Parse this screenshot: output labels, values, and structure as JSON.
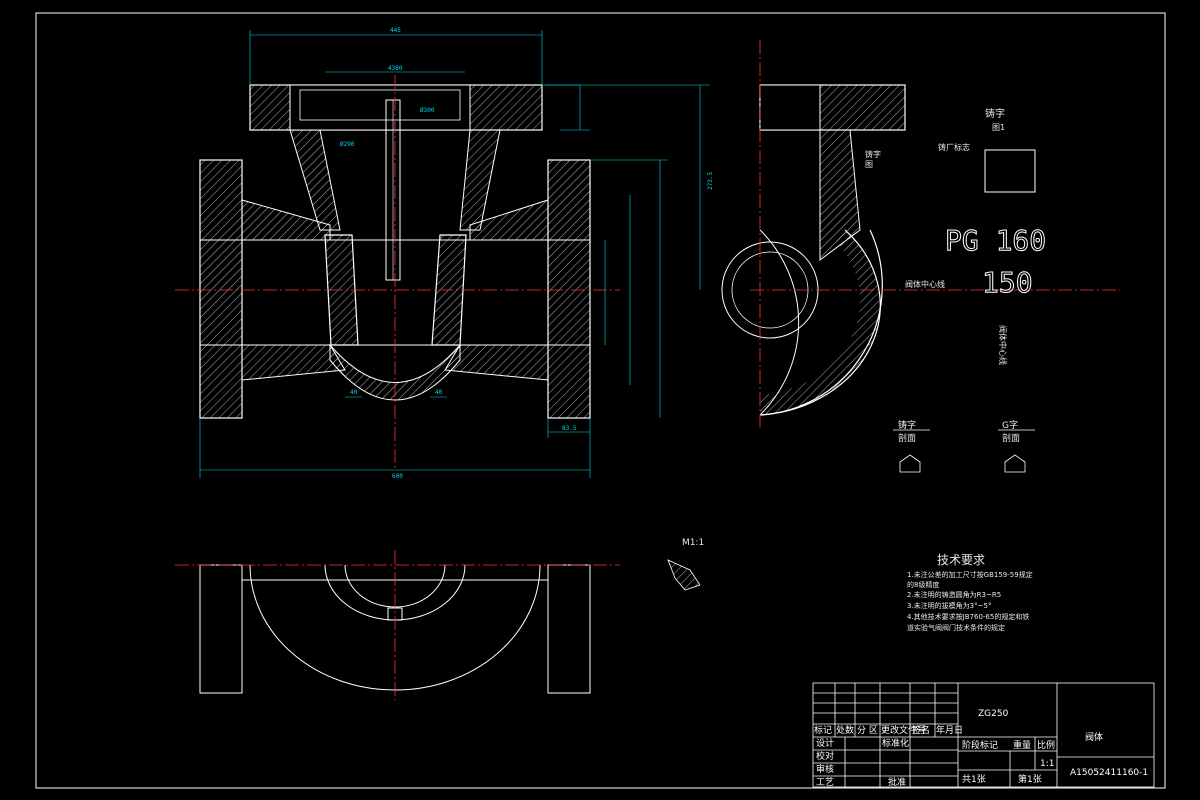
{
  "material": "ZG250",
  "part_name": "阀体",
  "drawing_number": "A15052411160-1",
  "scale": "1:1",
  "sheet_total": "共1张",
  "sheet_index": "第1张",
  "title_block": {
    "row_header": [
      "标记",
      "处数",
      "分 区",
      "更改文件号",
      "签名",
      "年月日"
    ],
    "design": "设计",
    "standardize": "标准化",
    "proofread": "校对",
    "review": "审核",
    "process": "工艺",
    "approve": "批准",
    "stage_mark": "阶段标记",
    "weight": "重量",
    "ratio": "比例"
  },
  "tech_req": {
    "title": "技术要求",
    "lines": [
      "1.未注公差的加工尺寸按GB159-59规定",
      "的8级精度",
      "2.未注明的铸造圆角为R3~R5",
      "3.未注明的拔模角为3°~5°",
      "4.其他技术要求按JB760-65的规定和铁",
      "道实验气阀阀门技术条件的规定"
    ]
  },
  "annotations": {
    "cast_char": "铸字",
    "view1": "图1",
    "factory_mark": "铸厂标志",
    "cast_char_2": "铸字",
    "view2": "图",
    "pg160": "PG 160",
    "num150": "150",
    "center_line": "阀体中心线",
    "center_v": "阀体中心线",
    "section_cast": "铸字",
    "section_cast_sub": "剖面",
    "section_g": "G字",
    "section_g_sub": "剖面",
    "detail_m": "M1:1"
  },
  "dims": {
    "d445": "445",
    "d380": "4380",
    "d300": "Ø300",
    "d290": "Ø290",
    "d273": "273.5",
    "d600": "600",
    "d83": "83.5",
    "d40a": "40",
    "d40b": "40"
  }
}
